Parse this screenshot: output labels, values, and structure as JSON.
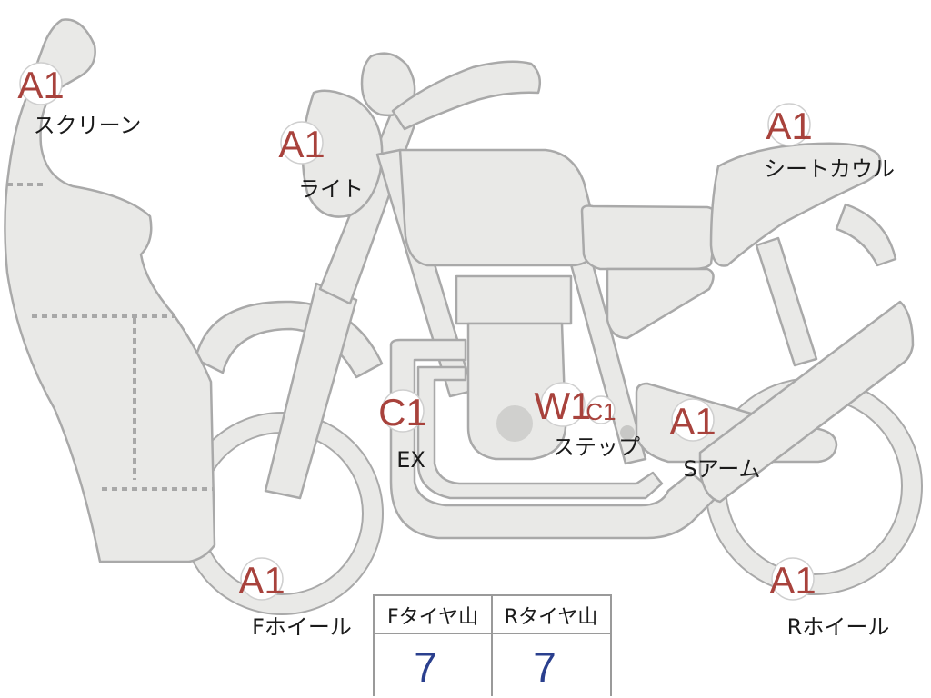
{
  "parts": [
    {
      "id": "screen",
      "grade": "A1",
      "label": "スクリーン"
    },
    {
      "id": "light",
      "grade": "A1",
      "label": "ライト"
    },
    {
      "id": "seat-cowl",
      "grade": "A1",
      "label": "シートカウル"
    },
    {
      "id": "ex",
      "grade": "C1",
      "label": "EX"
    },
    {
      "id": "step",
      "grade": "W1",
      "grade_secondary": "C1",
      "label": "ステップ"
    },
    {
      "id": "swingarm",
      "grade": "A1",
      "label": "Sアーム"
    },
    {
      "id": "front-wheel",
      "grade": "A1",
      "label": "Fホイール"
    },
    {
      "id": "rear-wheel",
      "grade": "A1",
      "label": "Rホイール"
    }
  ],
  "tire_table": {
    "headers": [
      "Fタイヤ山",
      "Rタイヤ山"
    ],
    "values": [
      "7",
      "7"
    ]
  },
  "colors": {
    "grade": "#a8423c",
    "body_fill": "#e9e9e7",
    "outline": "#a9a9a9",
    "table_value": "#2a3f8e"
  }
}
